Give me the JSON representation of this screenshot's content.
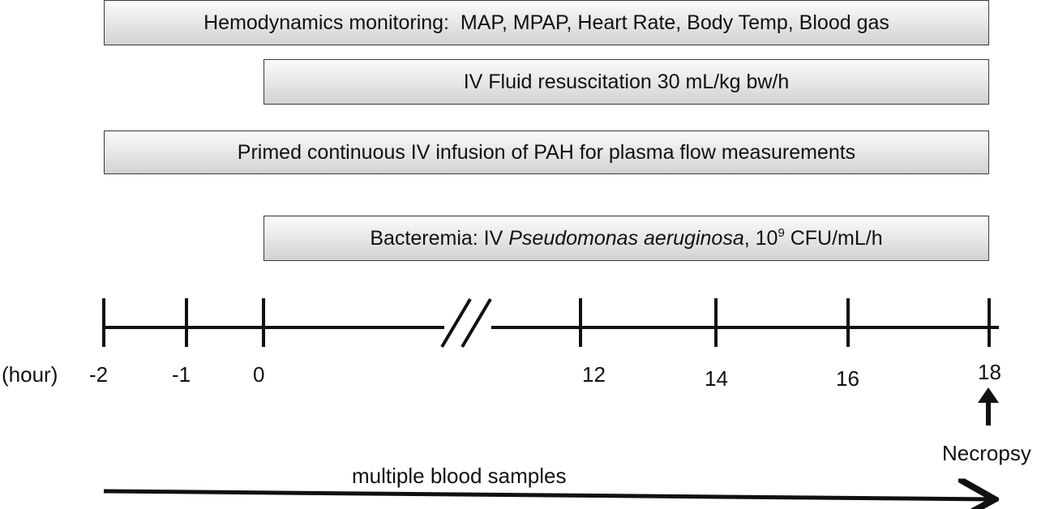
{
  "bars": {
    "hemodynamics": "Hemodynamics monitoring:  MAP, MPAP, Heart Rate, Body Temp, Blood gas",
    "fluid": "IV Fluid resuscitation 30 mL/kg bw/h",
    "pah": "Primed continuous IV infusion of PAH for plasma flow measurements",
    "bacteremia": {
      "prefix": "Bacteremia: IV ",
      "organism": "Pseudomonas aeruginosa",
      "dose_sep": ", 10",
      "exponent": "9",
      "suffix": " CFU/mL/h"
    }
  },
  "timeline": {
    "unit_label": "(hour)",
    "ticks": [
      "-2",
      "-1",
      "0",
      "12",
      "14",
      "16",
      "18"
    ],
    "break_symbol": "//"
  },
  "necropsy_label": "Necropsy",
  "blood_samples_label": "multiple blood samples"
}
